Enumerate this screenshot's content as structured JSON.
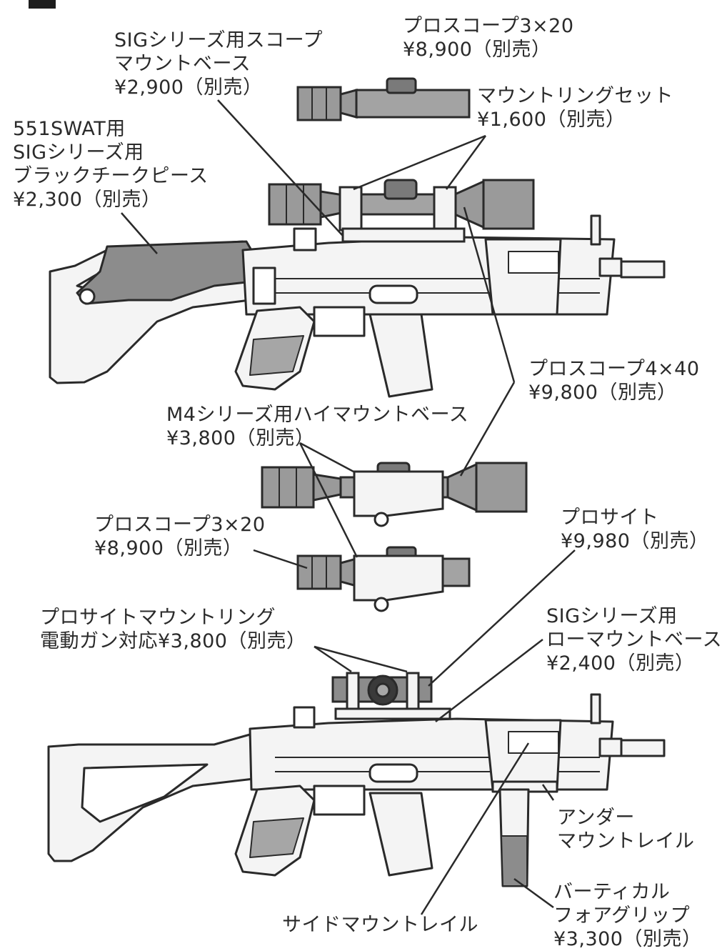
{
  "header": {
    "title": ""
  },
  "labels": {
    "scope_3x20_top": {
      "name": "プロスコープ3×20",
      "price": "¥8,900（別売）"
    },
    "sig_scope_mount_base": {
      "line1": "SIGシリーズ用スコープ",
      "line2": "マウントベース",
      "price": "¥2,900（別売）"
    },
    "mount_ring_set": {
      "name": "マウントリングセット",
      "price": "¥1,600（別売）"
    },
    "cheek_piece": {
      "line1": "551SWAT用",
      "line2": "SIGシリーズ用",
      "line3": "ブラックチークピース",
      "price": "¥2,300（別売）"
    },
    "scope_4x40": {
      "name": "プロスコープ4×40",
      "price": "¥9,800（別売）"
    },
    "m4_high_mount_base": {
      "name": "M4シリーズ用ハイマウントベース",
      "price": "¥3,800（別売）"
    },
    "scope_3x20_mid": {
      "name": "プロスコープ3×20",
      "price": "¥8,900（別売）"
    },
    "prosight": {
      "name": "プロサイト",
      "price": "¥9,980（別売）"
    },
    "prosight_mount_ring": {
      "line1": "プロサイトマウントリング",
      "line2": "電動ガン対応¥3,800（別売）"
    },
    "sig_low_mount_base": {
      "line1": "SIGシリーズ用",
      "line2": "ローマウントベース",
      "price": "¥2,400（別売）"
    },
    "under_mount_rail": {
      "line1": "アンダー",
      "line2": "マウントレイル"
    },
    "side_mount_rail": {
      "name": "サイドマウントレイル"
    },
    "vertical_foregrip": {
      "line1": "バーティカル",
      "line2": "フォアグリップ",
      "price": "¥3,300（別売）"
    }
  },
  "colors": {
    "line": "#2a2a2a",
    "fill_light": "#f4f4f4",
    "fill_gray": "#8c8c8c",
    "fill_mid": "#a6a6a6",
    "fill_dark": "#3a3a3a"
  }
}
